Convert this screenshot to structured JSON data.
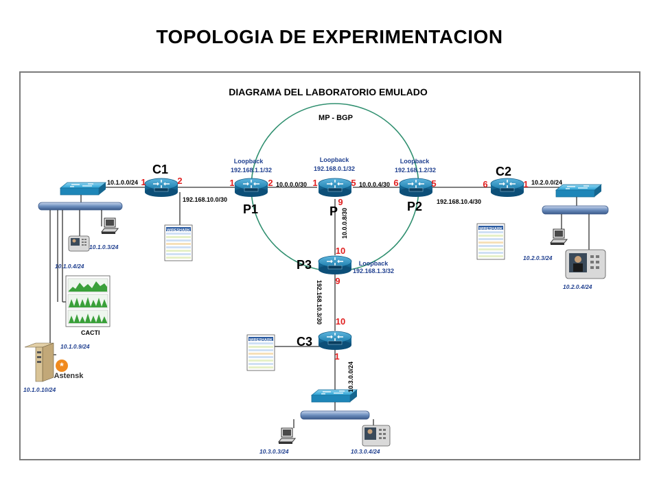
{
  "slide_title": "TOPOLOGIA DE EXPERIMENTACION",
  "diagram_title": "DIAGRAMA DEL LABORATORIO EMULADO",
  "mpbgp_label": "MP - BGP",
  "routers": {
    "c1": "C1",
    "c2": "C2",
    "c3": "C3",
    "p1": "P1",
    "p": "P",
    "p2": "P2",
    "p3": "P3"
  },
  "loopbacks": {
    "word": "Loopback",
    "p1": "192.168.1.1/32",
    "p": "192.168.0.1/32",
    "p2": "192.168.1.2/32",
    "p3": "192.168.1.3/32"
  },
  "subnets": {
    "c1_p1": "192.168.10.0/30",
    "p1_p": "10.0.0.0/30",
    "p_p2": "10.0.0.4/30",
    "p2_c2": "192.168.10.4/30",
    "p_p3": "10.0.0.8/30",
    "p3_c3": "192.168.10.3/30",
    "lan1": "10.1.0.0/24",
    "lan2": "10.2.0.0/24",
    "lan3": "10.3.0.0/24"
  },
  "ports": {
    "c1_lan": "1",
    "c1_p1": "2",
    "p1_c1": "1",
    "p1_p": "2",
    "p_p1": "1",
    "p_p2": "5",
    "p_p3": "9",
    "p2_p": "6",
    "p2_c2": "5",
    "c2_p2": "6",
    "c2_lan": "1",
    "p3_p": "10",
    "p3_c3": "9",
    "c3_p3": "10",
    "c3_lan": "1"
  },
  "hosts": {
    "h1_3": "10.1.0.3/24",
    "h1_4": "10.1.0.4/24",
    "h1_9": "10.1.0.9/24",
    "h1_10": "10.1.0.10/24",
    "h2_3": "10.2.0.3/24",
    "h2_4": "10.2.0.4/24",
    "h3_3": "10.3.0.3/24",
    "h3_4": "10.3.0.4/24"
  },
  "cacti_label": "CACTI",
  "asterisk_label": "Astensk",
  "wireshark_label": "WIRESHARK",
  "colors": {
    "router": "#1f7fae",
    "router_dark": "#0d5a85",
    "switch": "#2aa3d6",
    "bus": "#6d8fbf",
    "ring": "#2f8f6f",
    "port_red": "#e02020",
    "host_blue": "#1f3f8f",
    "border": "#7a7a7a"
  }
}
